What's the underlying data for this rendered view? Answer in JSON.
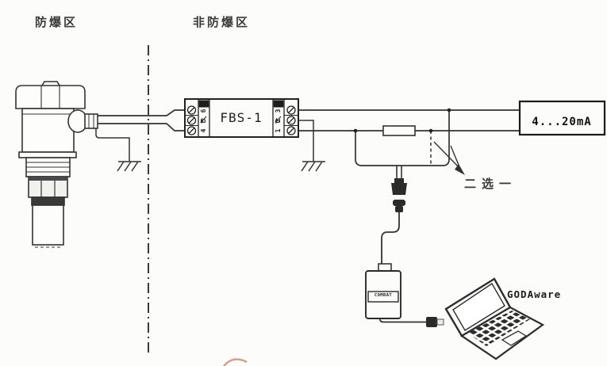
{
  "zones": {
    "hazardous_label": "防爆区",
    "non_hazardous_label": "非防爆区"
  },
  "safety_barrier": {
    "model": "FBS-1",
    "left_terminals": [
      "6",
      "5",
      "4"
    ],
    "right_terminals": [
      "3",
      "2",
      "1"
    ]
  },
  "output": {
    "signal_label": "4...20mA"
  },
  "annotation": {
    "choose_one_label": "二选一"
  },
  "modem": {
    "label": "COMRAT"
  },
  "laptop": {
    "software_label": "GODAware"
  },
  "colors": {
    "line": "#2f2f2f",
    "paper": "#fcfcfb",
    "dark_fill": "#2b2b2b",
    "artifact_red": "#b3503e"
  }
}
